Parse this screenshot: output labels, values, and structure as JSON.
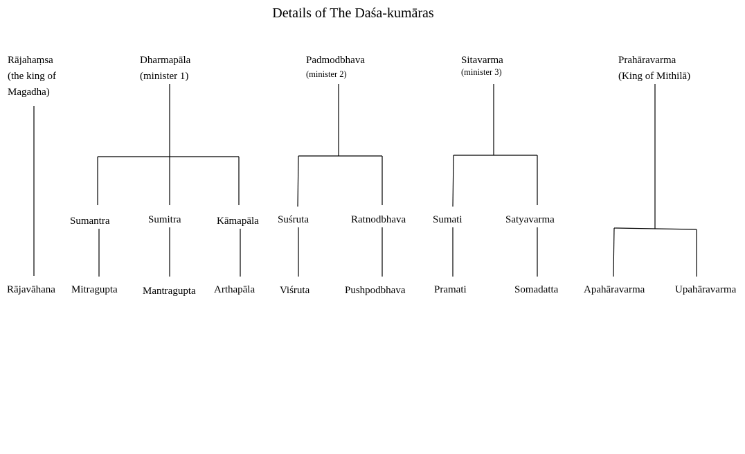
{
  "title": "Details of The Daśa-kumāras",
  "parents": {
    "rajahamsa": {
      "name": "Rājahaṃsa",
      "role_line1": "(the king of",
      "role_line2": "Magadha)"
    },
    "dharmapala": {
      "name": "Dharmapāla",
      "role": "(minister 1)"
    },
    "padmodbhava": {
      "name": "Padmodbhava",
      "role": "(minister 2)"
    },
    "sitavarma": {
      "name": "Sitavarma",
      "role": "(minister 3)"
    },
    "praharavarma": {
      "name": "Prahāravarma",
      "role": "(King of Mithilā)"
    }
  },
  "children": {
    "sumantra": "Sumantra",
    "sumitra": "Sumitra",
    "kamapala": "Kāmapāla",
    "susruta": "Suśruta",
    "ratnodbhava": "Ratnodbhava",
    "sumati": "Sumati",
    "satyavarma": "Satyavarma"
  },
  "kumaras": {
    "rajavahana": "Rājavāhana",
    "mitragupta": "Mitragupta",
    "mantragupta": "Mantragupta",
    "arthapala": "Arthapāla",
    "visruta": "Viśruta",
    "pushpodbhava": "Pushpodbhava",
    "pramati": "Pramati",
    "somadatta": "Somadatta",
    "apaharavarma": "Apahāravarma",
    "upaharavarma": "Upahāravarma"
  }
}
